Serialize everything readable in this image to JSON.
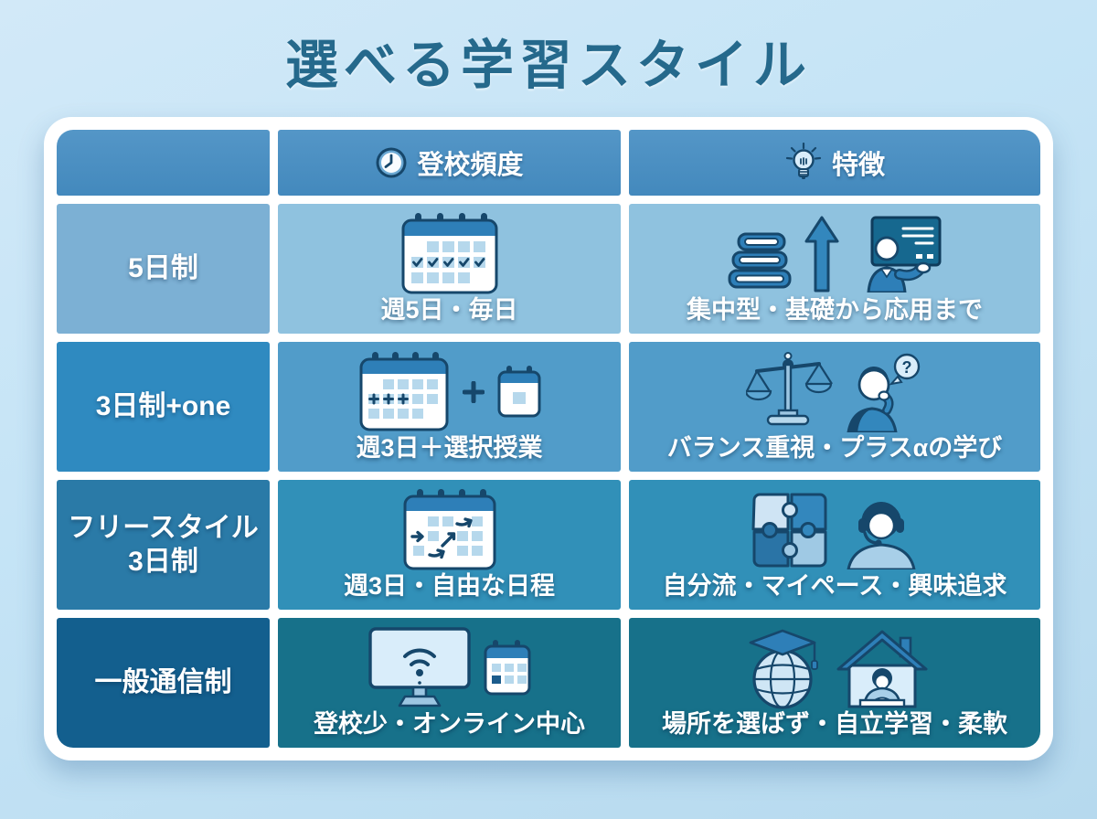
{
  "title": "選べる学習スタイル",
  "table": {
    "header": {
      "corner": "",
      "frequency": {
        "icon": "clock-icon",
        "label": "登校頻度"
      },
      "features": {
        "icon": "lightbulb-icon",
        "label": "特徴"
      }
    },
    "rows": [
      {
        "label": "5日制",
        "frequency": {
          "icons": [
            "calendar-week-checked-icon"
          ],
          "caption": "週5日・毎日"
        },
        "features": {
          "icons": [
            "book-stack-icon",
            "arrow-up-icon",
            "teacher-whiteboard-icon"
          ],
          "caption": "集中型・基礎から応用まで"
        }
      },
      {
        "label": "3日制+one",
        "frequency": {
          "icons": [
            "calendar-plus-icon",
            "plus-icon",
            "mini-calendar-icon"
          ],
          "caption": "週3日＋選択授業"
        },
        "features": {
          "icons": [
            "balance-scale-icon",
            "thinking-person-icon"
          ],
          "caption": "バランス重視・プラスαの学び"
        }
      },
      {
        "label": "フリースタイル\n3日制",
        "frequency": {
          "icons": [
            "calendar-arrows-icon"
          ],
          "caption": "週3日・自由な日程"
        },
        "features": {
          "icons": [
            "puzzle-icon",
            "headset-person-icon"
          ],
          "caption": "自分流・マイペース・興味追求"
        }
      },
      {
        "label": "一般通信制",
        "frequency": {
          "icons": [
            "monitor-wifi-icon",
            "mini-calendar-grid-icon"
          ],
          "caption": "登校少・オンライン中心"
        },
        "features": {
          "icons": [
            "globe-graduation-icon",
            "home-study-icon"
          ],
          "caption": "場所を選ばず・自立学習・柔軟"
        }
      }
    ]
  },
  "colors": {
    "page_bg_top": "#d2e9f8",
    "page_bg_bottom": "#b6d9ee",
    "title_text": "#25698c",
    "frame": "#ffffff",
    "header_bg": "#4b8fc2",
    "row_label_bg": [
      "#7cb0d4",
      "#2f8ac0",
      "#2a7aa7",
      "#135f8e"
    ],
    "row_content_bg": [
      "#8fc2df",
      "#519cc9",
      "#3190b8",
      "#17718a"
    ],
    "cell_text": "#ffffff",
    "icon_outline": "#16476b",
    "icon_blue": "#2e7fb8",
    "icon_light": "#d9edfa"
  }
}
